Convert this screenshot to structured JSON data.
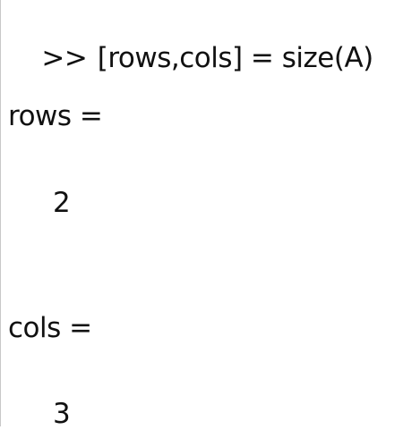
{
  "console": {
    "prompt": ">>",
    "command": " [rows,cols] = size(A)",
    "outputs": [
      {
        "name_line": "rows =",
        "value": "2"
      },
      {
        "name_line": "cols =",
        "value": "3"
      }
    ]
  }
}
